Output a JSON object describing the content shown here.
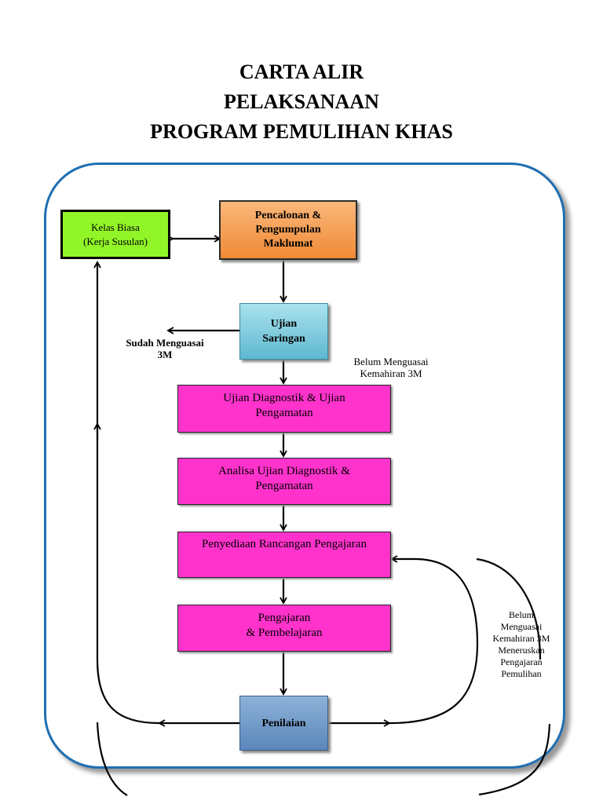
{
  "title": {
    "line1": "CARTA ALIR",
    "line2": "PELAKSANAAN",
    "line3": "PROGRAM PEMULIHAN KHAS"
  },
  "nodes": {
    "kelas_biasa": {
      "line1": "Kelas Biasa",
      "line2": "(Kerja Susulan)"
    },
    "pencalonan": {
      "line1": "Pencalonan &",
      "line2": "Pengumpulan",
      "line3": "Maklumat"
    },
    "ujian_saringan": {
      "line1": "Ujian",
      "line2": "Saringan"
    },
    "ujian_diagnostik": {
      "line1": "Ujian Diagnostik & Ujian",
      "line2": "Pengamatan"
    },
    "analisa": {
      "line1": "Analisa Ujian Diagnostik &",
      "line2": "Pengamatan"
    },
    "penyediaan": {
      "line1": "Penyediaan Rancangan Pengajaran"
    },
    "pengajaran": {
      "line1": "Pengajaran",
      "line2": "& Pembelajaran"
    },
    "penilaian": {
      "line1": "Penilaian"
    }
  },
  "labels": {
    "sudah_menguasai": {
      "line1": "Sudah Menguasai",
      "line2": "3M"
    },
    "belum_menguasai": {
      "line1": "Belum Menguasai",
      "line2": "Kemahiran 3M"
    },
    "belum_meneruskan": {
      "line1": "Belum",
      "line2": "Menguasai",
      "line3": "Kemahiran 3M",
      "line4": "Meneruskan",
      "line5": "Pengajaran",
      "line6": "Pemulihan"
    }
  },
  "colors": {
    "frame_border": "#1f6fb2",
    "kelas_biasa_fill": "#92f527",
    "pencalonan_fill": "#f08a36",
    "ujian_saringan_fill": "#5fb8d0",
    "process_fill": "#ff33cc",
    "penilaian_fill": "#5a86bb"
  }
}
